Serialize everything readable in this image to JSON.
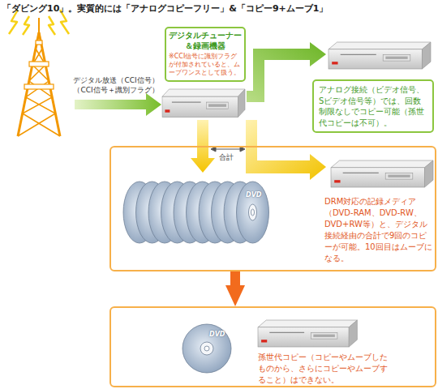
{
  "diagram": {
    "title": "「ダビング10」。実質的には「アナログコピーフリー」&「コピー9+ムーブ1」",
    "nodes": [
      {
        "text": [
          "デジタルチューナー＆録画機器",
          "※CCI信号に識別フラグが付加されていると、ムーブワンスとして扱う。"
        ]
      },
      {
        "text": [
          "アナログ接続（ビデオ信号、Sビデオ信号等）では、回数制限なしでコピー可能（孫世代コピーは不可）。"
        ]
      },
      {
        "text": [
          "DRM対応の記録メディア（DVD-RAM、DVD-RW、DVD+RW等）と、デジタル接続経由の合計で9回のコピーが可能。10回目はムーブになる。"
        ]
      },
      {
        "text": [
          "孫世代コピー（コピーやムーブしたものから、さらにコピーやムーブすること）はできない。"
        ]
      }
    ],
    "edges": [
      {
        "from": 2,
        "to": 3,
        "arrow": "to"
      }
    ],
    "labels": [
      "デジタル放送（CCI信号） （CCI信号＋識別フラグ）",
      "合計",
      "DVD",
      "DVD"
    ]
  }
}
